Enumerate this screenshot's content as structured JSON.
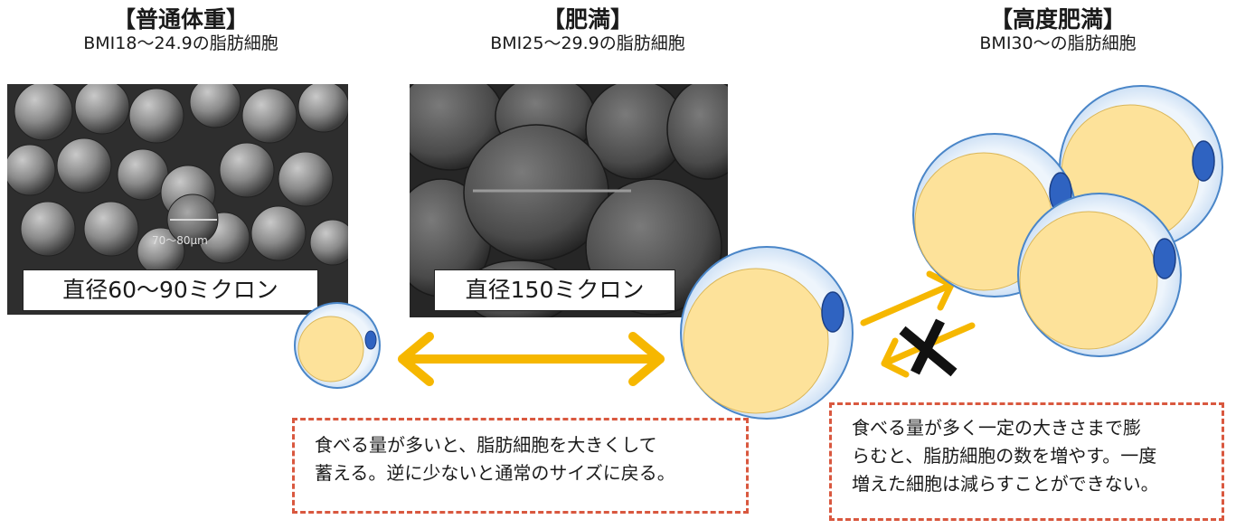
{
  "headings": {
    "normal": {
      "title": "【普通体重】",
      "subtitle": "BMI18～24.9の脂肪細胞"
    },
    "obese": {
      "title": "【肥満】",
      "subtitle": "BMI25～29.9の脂肪細胞"
    },
    "severe": {
      "title": "【高度肥満】",
      "subtitle": "BMI30～の脂肪細胞"
    }
  },
  "photos": {
    "normal_caption": "直径60～90ミクロン",
    "obese_caption": "直径150ミクロン",
    "normal_scale_label": "70～80μm"
  },
  "notes": {
    "left": [
      "食べる量が多いと、脂肪細胞を大きくして",
      "蓄える。逆に少ないと通常のサイズに戻る。"
    ],
    "right": [
      "食べる量が多く一定の大きさまで膨",
      "らむと、脂肪細胞の数を増やす。一度",
      "増えた細胞は減らすことができない。"
    ]
  },
  "colors": {
    "cell_fill": "#fde29a",
    "membrane": "#dceaf8",
    "membrane_stroke": "#3a77c0",
    "nucleus": "#2f63c1",
    "arrow": "#f6b700",
    "note_border": "#d9583f",
    "cross": "#111111"
  }
}
